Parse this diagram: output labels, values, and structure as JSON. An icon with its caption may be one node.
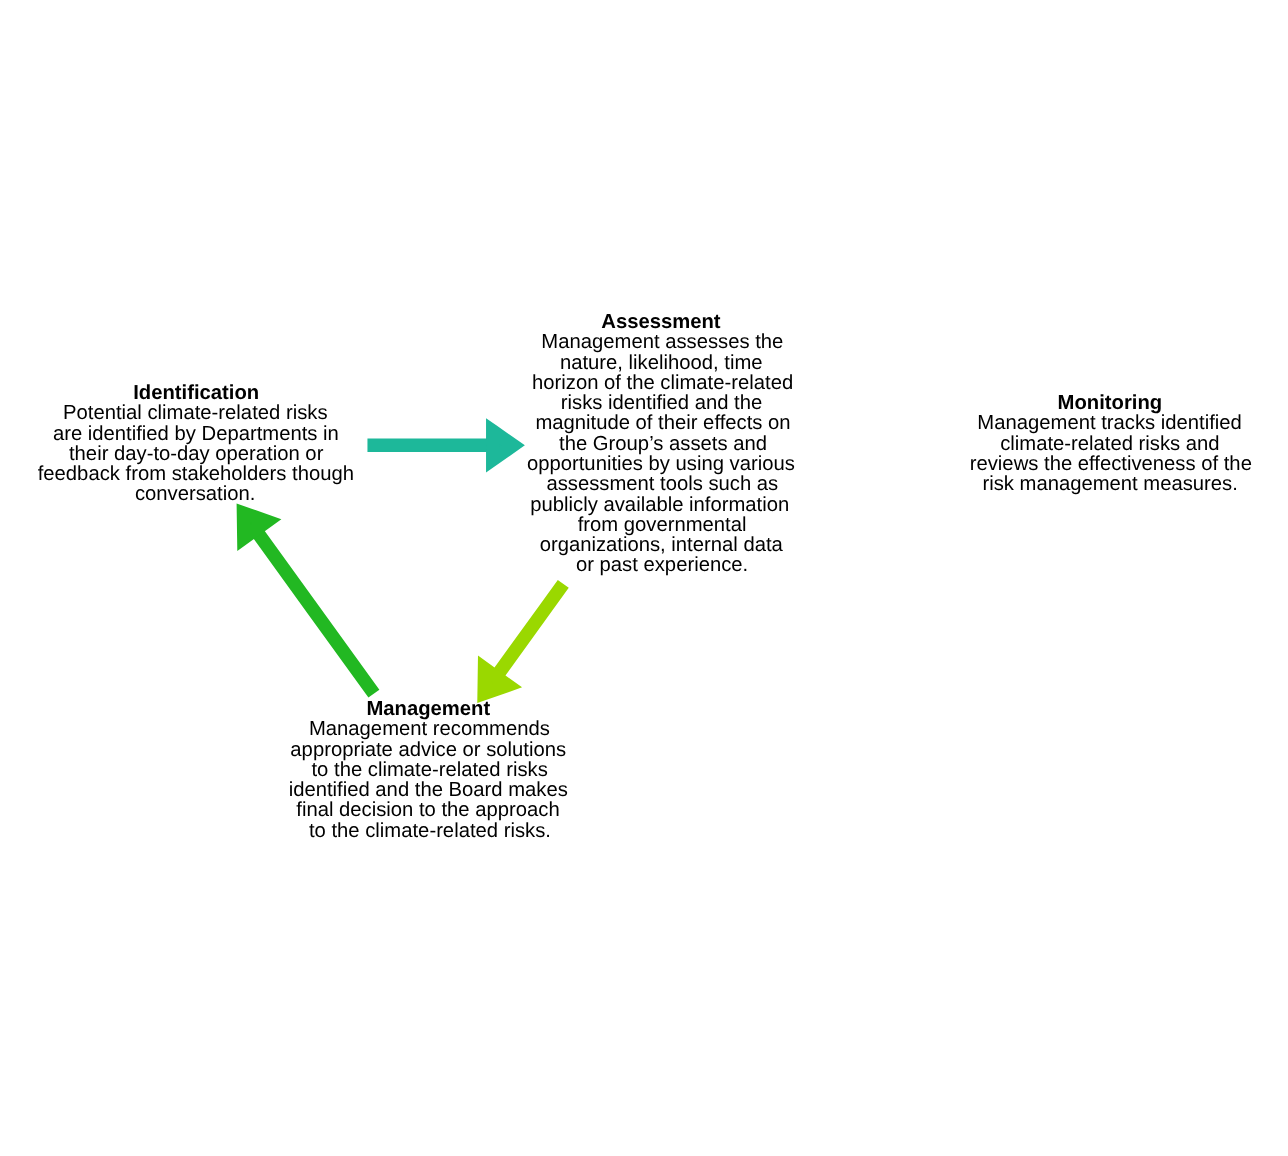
{
  "diagram": {
    "nodes": [
      {
        "text": [
          "Identification",
          "Potential climate-related risks are identified by Departments in their day-to-day operation or feedback from stakeholders though conversation."
        ]
      },
      {
        "text": [
          "Assessment",
          "Management assesses the nature, likelihood, time horizon of the climate-related risks identified and the magnitude of their effects on the Group’s assets and opportunities by using various assessment tools such as publicly available information from governmental organizations, internal data or past experience."
        ]
      },
      {
        "text": [
          "Monitoring",
          "Management tracks identified climate-related risks and reviews the effectiveness of the risk management measures."
        ]
      },
      {
        "text": [
          "Management",
          "Management recommends appropriate advice or solutions to the climate-related risks identified and the Board makes final decision to the approach to the climate-related risks."
        ]
      }
    ],
    "edges": [
      {
        "from": 0,
        "to": 1,
        "arrow": "to",
        "color": "#1db89a"
      },
      {
        "from": 1,
        "to": 3,
        "arrow": "to",
        "color": "#9ad800"
      },
      {
        "from": 3,
        "to": 0,
        "arrow": "to",
        "color": "#22b822"
      }
    ]
  }
}
